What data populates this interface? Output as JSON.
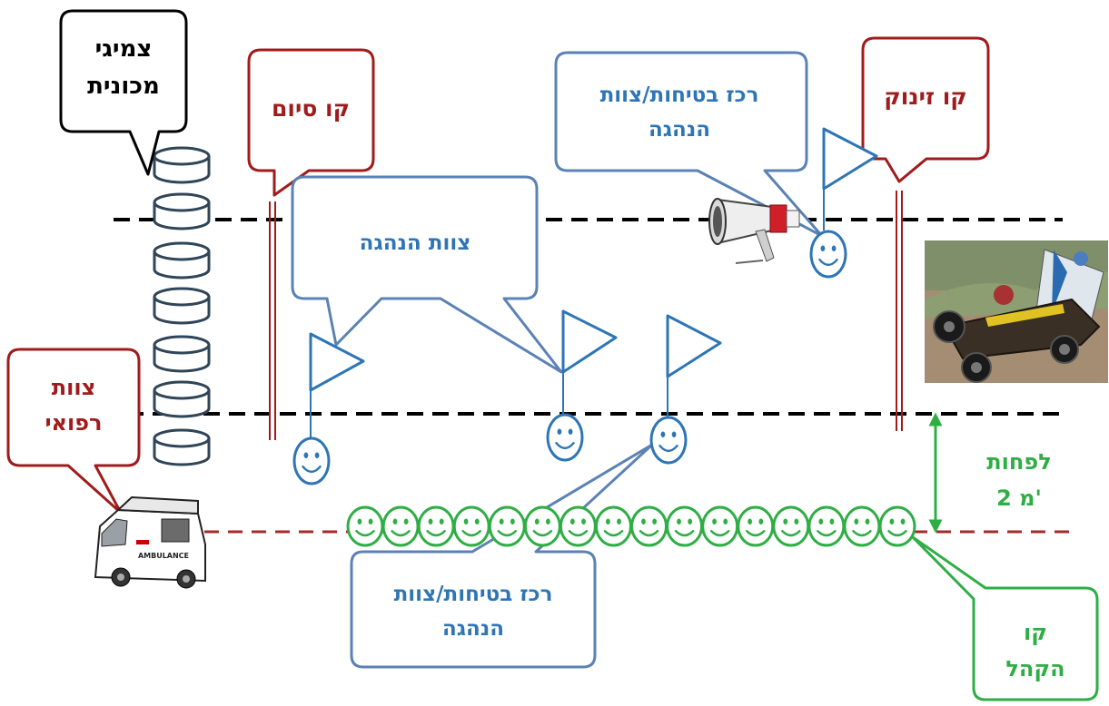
{
  "colors": {
    "staff_blue": "#2e75b6",
    "callout_blue": "#5b82b4",
    "finish_red": "#a01c1c",
    "crowd_green": "#2fae45",
    "line_black": "#000000",
    "crowd_line_red": "#a52a2a",
    "tire_gray": "#2f4558"
  },
  "labels": {
    "tires": [
      "צמיגי",
      "מכונית"
    ],
    "finish_line": "קו סיום",
    "start_line": "קו זינוק",
    "medical_team": [
      "צוות",
      "רפואי"
    ],
    "leadership_team": "צוות הנהגה",
    "safety_coordinator_top": [
      "רכז בטיחות/צוות",
      "הנהגה"
    ],
    "safety_coordinator_bottom": [
      "רכז בטיחות/צוות",
      "הנהגה"
    ],
    "crowd_line": [
      "קו",
      "הקהל"
    ],
    "min_distance": [
      "לפחות",
      "2 מ'"
    ],
    "ambulance_text": "AMBULANCE"
  },
  "icons": {
    "megaphone": "megaphone-icon",
    "ambulance": "ambulance-icon",
    "race_cart_photo": "race-cart-photo",
    "flag": "flag-icon",
    "smiley": "smiley-icon",
    "tire": "tire-icon"
  },
  "counts": {
    "tires": 7,
    "crowd_faces": 16
  }
}
